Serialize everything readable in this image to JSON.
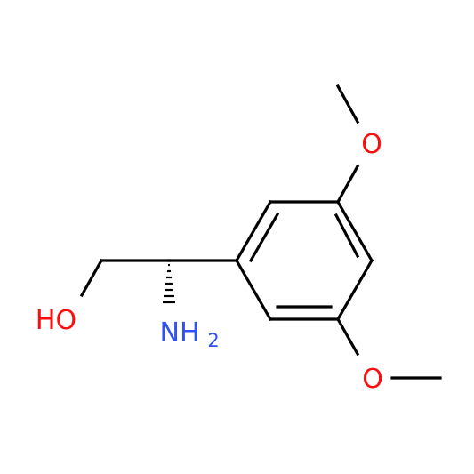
{
  "molecule": {
    "atoms": {
      "top_oxygen": "O",
      "bottom_oxygen": "O",
      "hydroxyl": "HO",
      "amine_main": "NH",
      "amine_subscript": "2"
    },
    "colors": {
      "bond": "#000000",
      "oxygen": "#ff0d0d",
      "nitrogen": "#3050f8",
      "background": "#ffffff"
    }
  }
}
